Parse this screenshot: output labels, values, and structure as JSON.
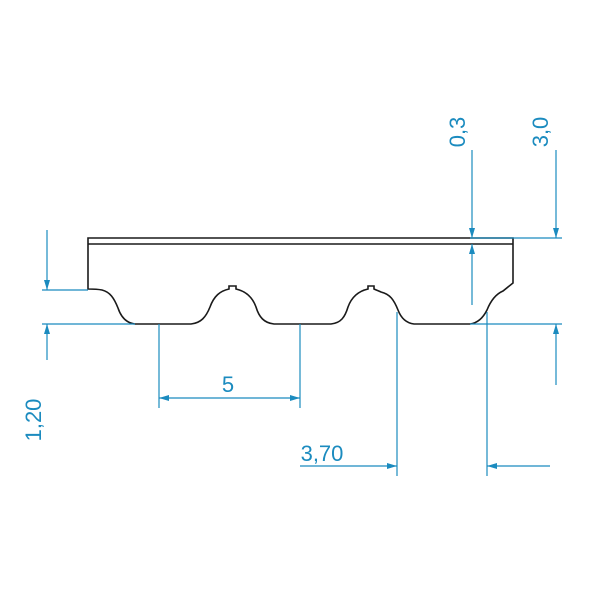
{
  "diagram": {
    "colors": {
      "outline": "#1a1a1a",
      "dimension": "#1b8bbf"
    },
    "labels": {
      "pitch": "5",
      "tooth_width": "3,70",
      "tooth_height": "1,20",
      "backing_thickness": "0,3",
      "total_thickness": "3,0"
    }
  }
}
